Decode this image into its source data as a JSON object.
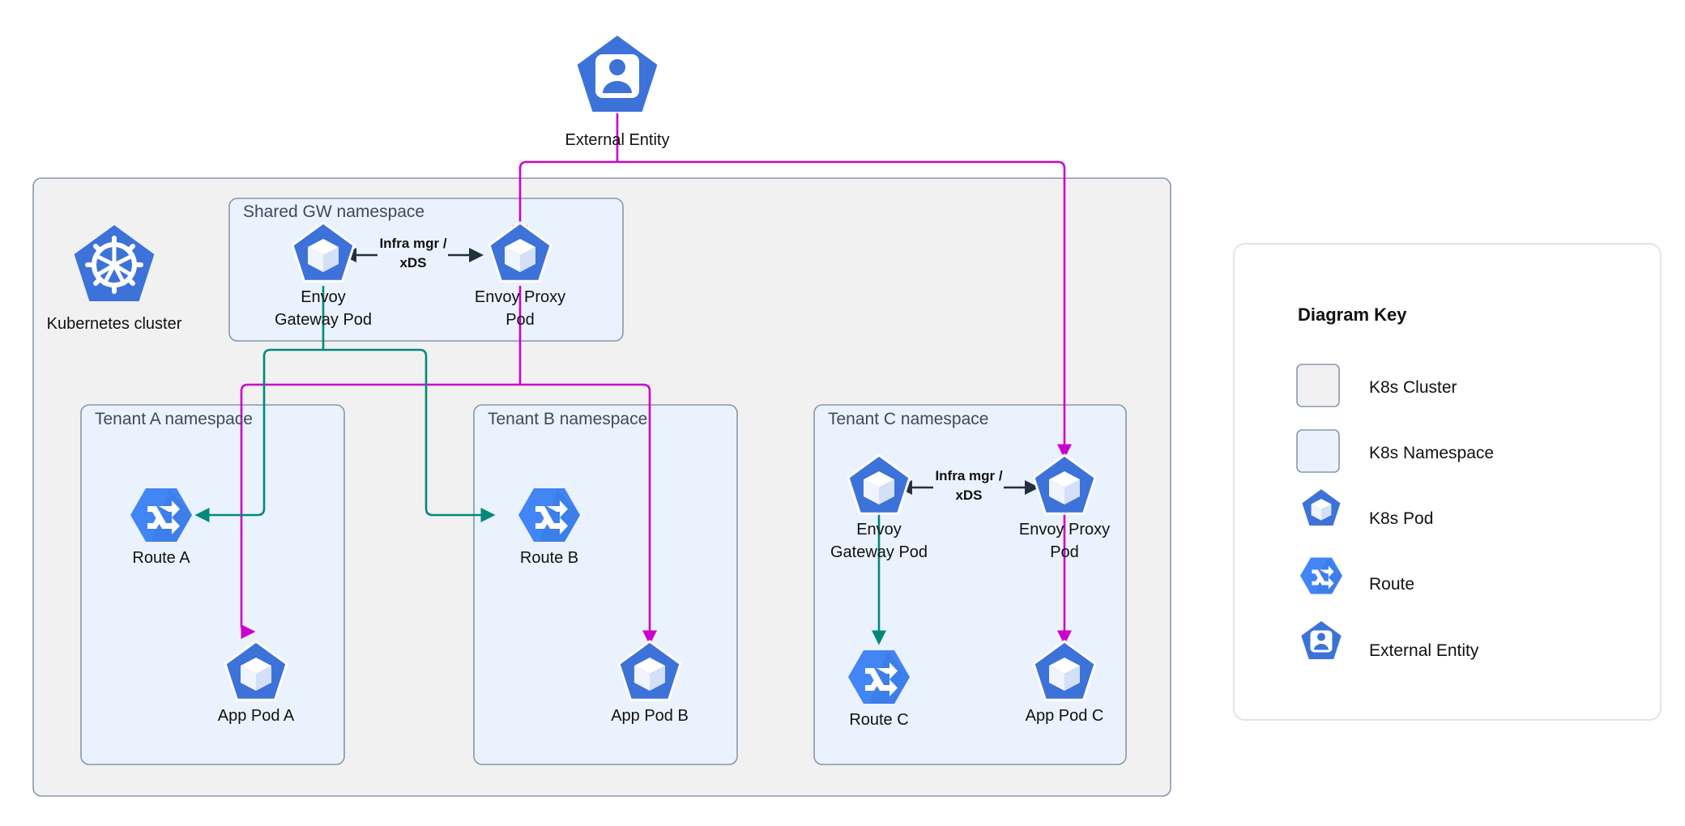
{
  "diagram": {
    "title": "Envoy Gateway multi-tenant Kubernetes deployment",
    "external": {
      "label": "External Entity",
      "icon": "external-entity-icon"
    },
    "cluster": {
      "label": "Kubernetes cluster",
      "icon": "kubernetes-wheel-icon"
    },
    "namespaces": [
      {
        "id": "shared-gw",
        "label": "Shared GW namespace"
      },
      {
        "id": "tenant-a",
        "label": "Tenant A namespace"
      },
      {
        "id": "tenant-b",
        "label": "Tenant B namespace"
      },
      {
        "id": "tenant-c",
        "label": "Tenant C namespace"
      }
    ],
    "nodes": [
      {
        "id": "gw-shared",
        "label_line1": "Envoy",
        "label_line2": "Gateway Pod",
        "icon": "k8s-pod-icon"
      },
      {
        "id": "proxy-shared",
        "label_line1": "Envoy Proxy",
        "label_line2": "Pod",
        "icon": "k8s-pod-icon"
      },
      {
        "id": "route-a",
        "label_line1": "Route A",
        "label_line2": "",
        "icon": "route-icon"
      },
      {
        "id": "app-a",
        "label_line1": "App Pod A",
        "label_line2": "",
        "icon": "k8s-pod-icon"
      },
      {
        "id": "route-b",
        "label_line1": "Route B",
        "label_line2": "",
        "icon": "route-icon"
      },
      {
        "id": "app-b",
        "label_line1": "App Pod B",
        "label_line2": "",
        "icon": "k8s-pod-icon"
      },
      {
        "id": "gw-c",
        "label_line1": "Envoy",
        "label_line2": "Gateway Pod",
        "icon": "k8s-pod-icon"
      },
      {
        "id": "proxy-c",
        "label_line1": "Envoy Proxy",
        "label_line2": "Pod",
        "icon": "k8s-pod-icon"
      },
      {
        "id": "route-c",
        "label_line1": "Route C",
        "label_line2": "",
        "icon": "route-icon"
      },
      {
        "id": "app-c",
        "label_line1": "App Pod C",
        "label_line2": "",
        "icon": "k8s-pod-icon"
      }
    ],
    "edge_labels": [
      {
        "id": "infra-shared",
        "line1": "Infra mgr /",
        "line2": "xDS"
      },
      {
        "id": "infra-c",
        "line1": "Infra mgr /",
        "line2": "xDS"
      }
    ],
    "colors": {
      "traffic": "#cc00cc",
      "control": "#00897b",
      "pod_blue": "#3d72d9",
      "cluster_fill": "#f1f1f1",
      "namespace_fill": "#eaf2fd",
      "border": "#8897ab",
      "arrow_dark": "#22303f"
    }
  },
  "legend": {
    "title": "Diagram Key",
    "items": [
      {
        "label": "K8s Cluster",
        "swatch": "cluster-swatch"
      },
      {
        "label": "K8s Namespace",
        "swatch": "namespace-swatch"
      },
      {
        "label": "K8s Pod",
        "swatch": "k8s-pod-icon"
      },
      {
        "label": "Route",
        "swatch": "route-icon"
      },
      {
        "label": "External Entity",
        "swatch": "external-entity-icon"
      }
    ]
  }
}
